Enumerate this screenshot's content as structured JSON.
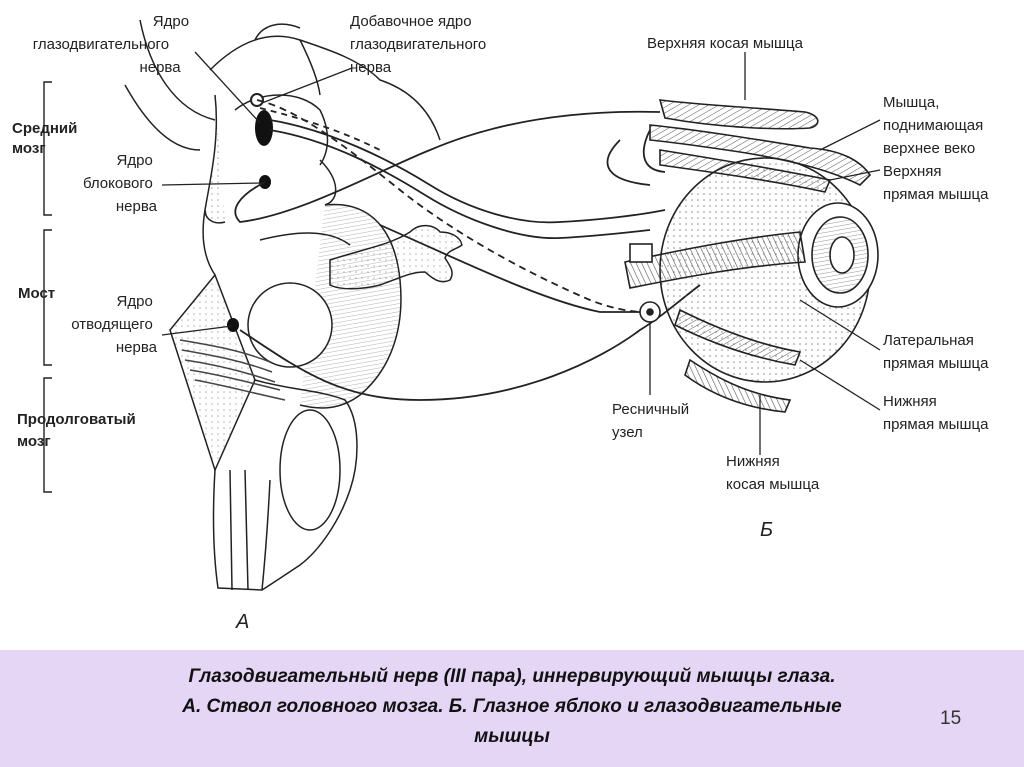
{
  "figure": {
    "labels": {
      "oculomotor_nucleus": [
        "Ядро",
        "глазодвигательного",
        "нерва"
      ],
      "accessory_nucleus": [
        "Добавочное ядро",
        "глазодвигательного",
        "нерва"
      ],
      "trochlear_nucleus": [
        "Ядро",
        "блокового",
        "нерва"
      ],
      "abducens_nucleus": [
        "Ядро",
        "отводящего",
        "нерва"
      ],
      "ciliary_ganglion": [
        "Ресничный",
        "узел"
      ],
      "superior_oblique": [
        "Верхняя косая мышца"
      ],
      "levator": [
        "Мышца,",
        "поднимающая",
        "верхнее веко"
      ],
      "superior_rectus": [
        "Верхняя",
        "прямая мышца"
      ],
      "lateral_rectus": [
        "Латеральная",
        "прямая мышца"
      ],
      "inferior_rectus": [
        "Нижняя",
        "прямая мышца"
      ],
      "inferior_oblique": [
        "Нижняя",
        "косая мышца"
      ]
    },
    "regions": {
      "midbrain": [
        "Средний",
        "мозг"
      ],
      "pons": [
        "Мост"
      ],
      "medulla": [
        "Продолговатый",
        "мозг"
      ]
    },
    "panel_a": "А",
    "panel_b": "Б"
  },
  "caption": {
    "line1": "Глазодвигательный нерв (III пара), иннервирующий мышцы глаза.",
    "line2": "А. Ствол головного мозга. Б. Глазное яблоко и глазодвигательные",
    "line3": "мышцы"
  },
  "slide_number": "15"
}
